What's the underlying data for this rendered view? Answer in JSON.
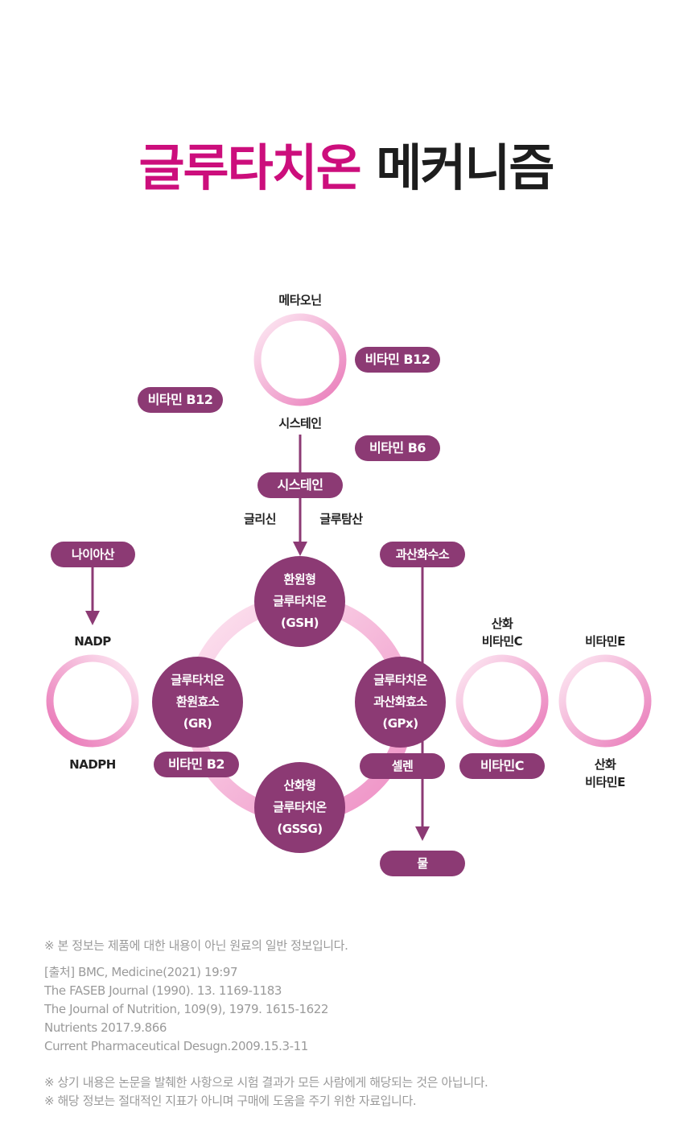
{
  "title": {
    "accent": "글루타치온",
    "rest": "메커니즘"
  },
  "top_cycle": {
    "top_label": "메타오닌",
    "bottom_label": "시스테인",
    "pill_right_top": "비타민 B12",
    "pill_left": "비타민 B12",
    "pill_right_bottom": "비타민 B6"
  },
  "cysteine_pill": "시스테인",
  "glycine": "글리신",
  "glutamate": "글루탐산",
  "niacin_pill": "나이아산",
  "nadp": "NADP",
  "nadph": "NADPH",
  "peroxide_pill": "과산화수소",
  "water_pill": "물",
  "gsh": {
    "l1": "환원형",
    "l2": "글루타치온",
    "l3": "(GSH)"
  },
  "gr": {
    "l1": "글루타치온",
    "l2": "환원효소",
    "l3": "(GR)"
  },
  "gpx": {
    "l1": "글루타치온",
    "l2": "과산화효소",
    "l3": "(GPx)"
  },
  "gssg": {
    "l1": "산화형",
    "l2": "글루타치온",
    "l3": "(GSSG)"
  },
  "b2_pill": "비타민 B2",
  "selenium_pill": "셀렌",
  "vitc": {
    "top_l1": "산화",
    "top_l2": "비타민C",
    "pill": "비타민C"
  },
  "vite": {
    "top": "비타민E",
    "bottom_l1": "산화",
    "bottom_l2": "비타민E"
  },
  "colors": {
    "accent": "#cc0e7c",
    "node": "#8c3a74",
    "ring_light": "#fbe2ef",
    "ring_dark": "#e86fb3"
  },
  "notes": {
    "disclaimer1": "※ 본 정보는 제품에 대한 내용이 아닌 원료의 일반 정보입니다.",
    "sources": [
      "[출처] BMC, Medicine(2021) 19:97",
      "The FASEB Journal (1990). 13. 1169-1183",
      "The  Journal of Nutrition, 109(9), 1979. 1615-1622",
      "Nutrients 2017.9.866",
      "Current Pharmaceutical Desugn.2009.15.3-11"
    ],
    "disclaimer2": "※ 상기 내용은 논문을 발췌한 사항으로 시험 결과가 모든 사람에게 해당되는 것은 아닙니다.",
    "disclaimer3": "※ 해당 정보는 절대적인 지표가 아니며 구매에 도움을 주기 위한 자료입니다."
  }
}
